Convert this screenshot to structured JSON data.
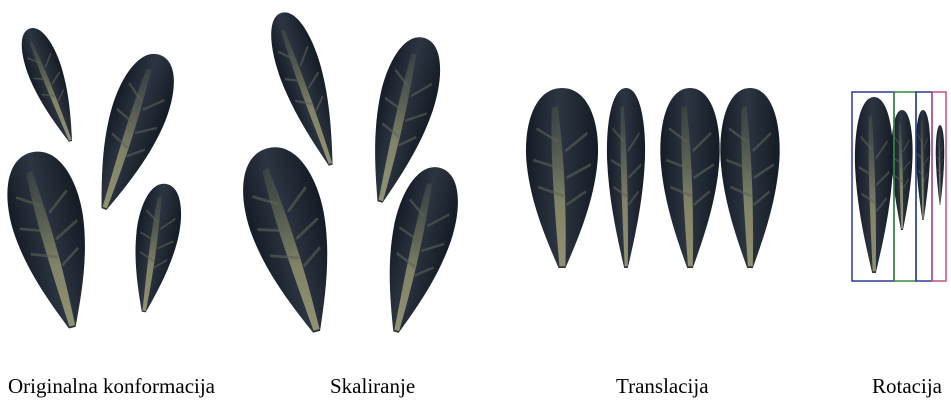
{
  "captions": {
    "original": "Originalna konformacija",
    "scaling": "Skaliranje",
    "translation": "Translacija",
    "rotation": "Rotacija"
  },
  "colors": {
    "background": "#ffffff",
    "leaf_dark": "#1c2430",
    "leaf_mid": "#2c3542",
    "vein": "#8f916e",
    "box_blue": "#2b3a9a",
    "box_green": "#3a8a3a",
    "box_pink": "#c0508a"
  }
}
